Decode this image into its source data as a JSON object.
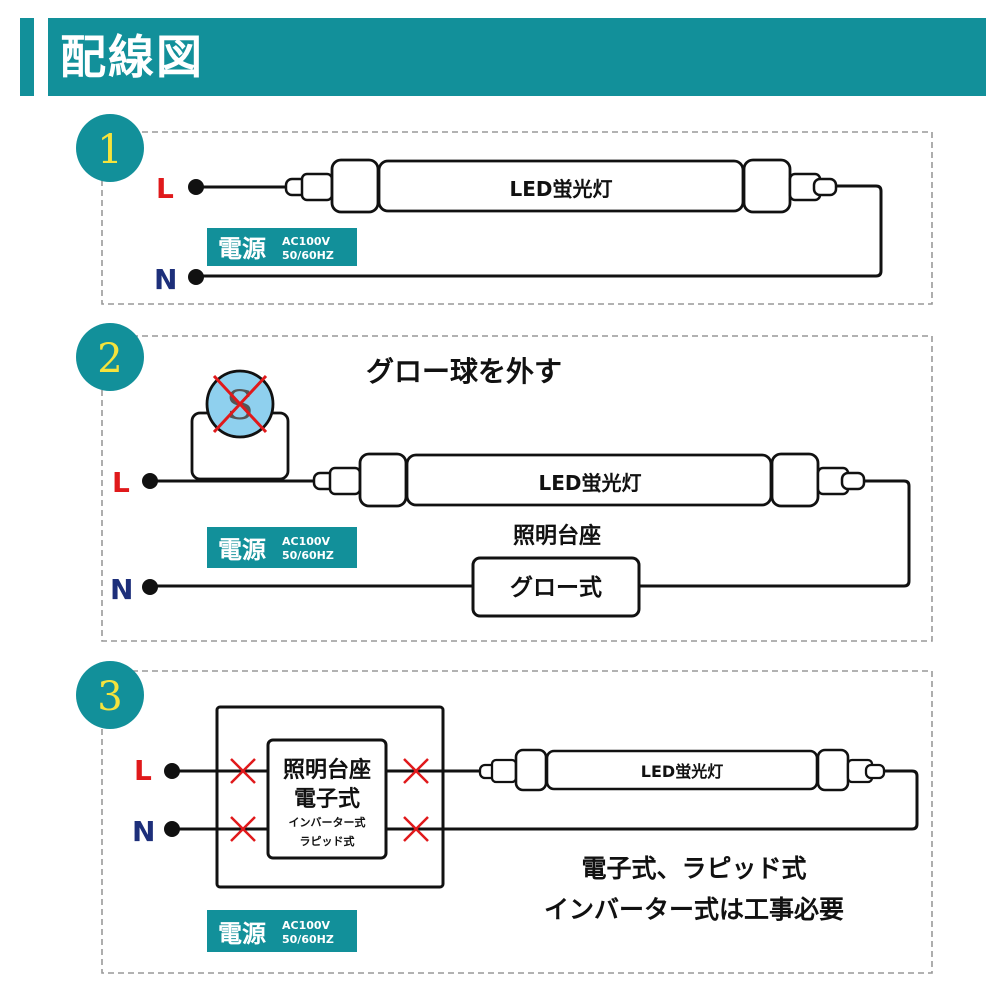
{
  "header": {
    "title": "配線図"
  },
  "colors": {
    "teal": "#12909a",
    "live": "#e0191b",
    "neutral": "#1d2f7a",
    "yellow_numeral": "#f5e33c",
    "cross": "#e0191b",
    "bulb": "#8fd0ee"
  },
  "power_badge": {
    "label": "電源",
    "spec_line1": "AC100V",
    "spec_line2": "50/60HZ"
  },
  "terminals": {
    "live": "L",
    "neutral": "N"
  },
  "panel1": {
    "number": "1",
    "tube_label": "LED蛍光灯"
  },
  "panel2": {
    "number": "2",
    "title": "グロー球を外す",
    "starter_symbol": "S",
    "tube_label": "LED蛍光灯",
    "fixture_label": "照明台座",
    "box_label": "グロー式"
  },
  "panel3": {
    "number": "3",
    "tube_label": "LED蛍光灯",
    "box_line1": "照明台座",
    "box_line2": "電子式",
    "box_line3": "インバーター式",
    "box_line4": "ラピッド式",
    "note_line1": "電子式、ラピッド式",
    "note_line2": "インバーター式は工事必要"
  }
}
